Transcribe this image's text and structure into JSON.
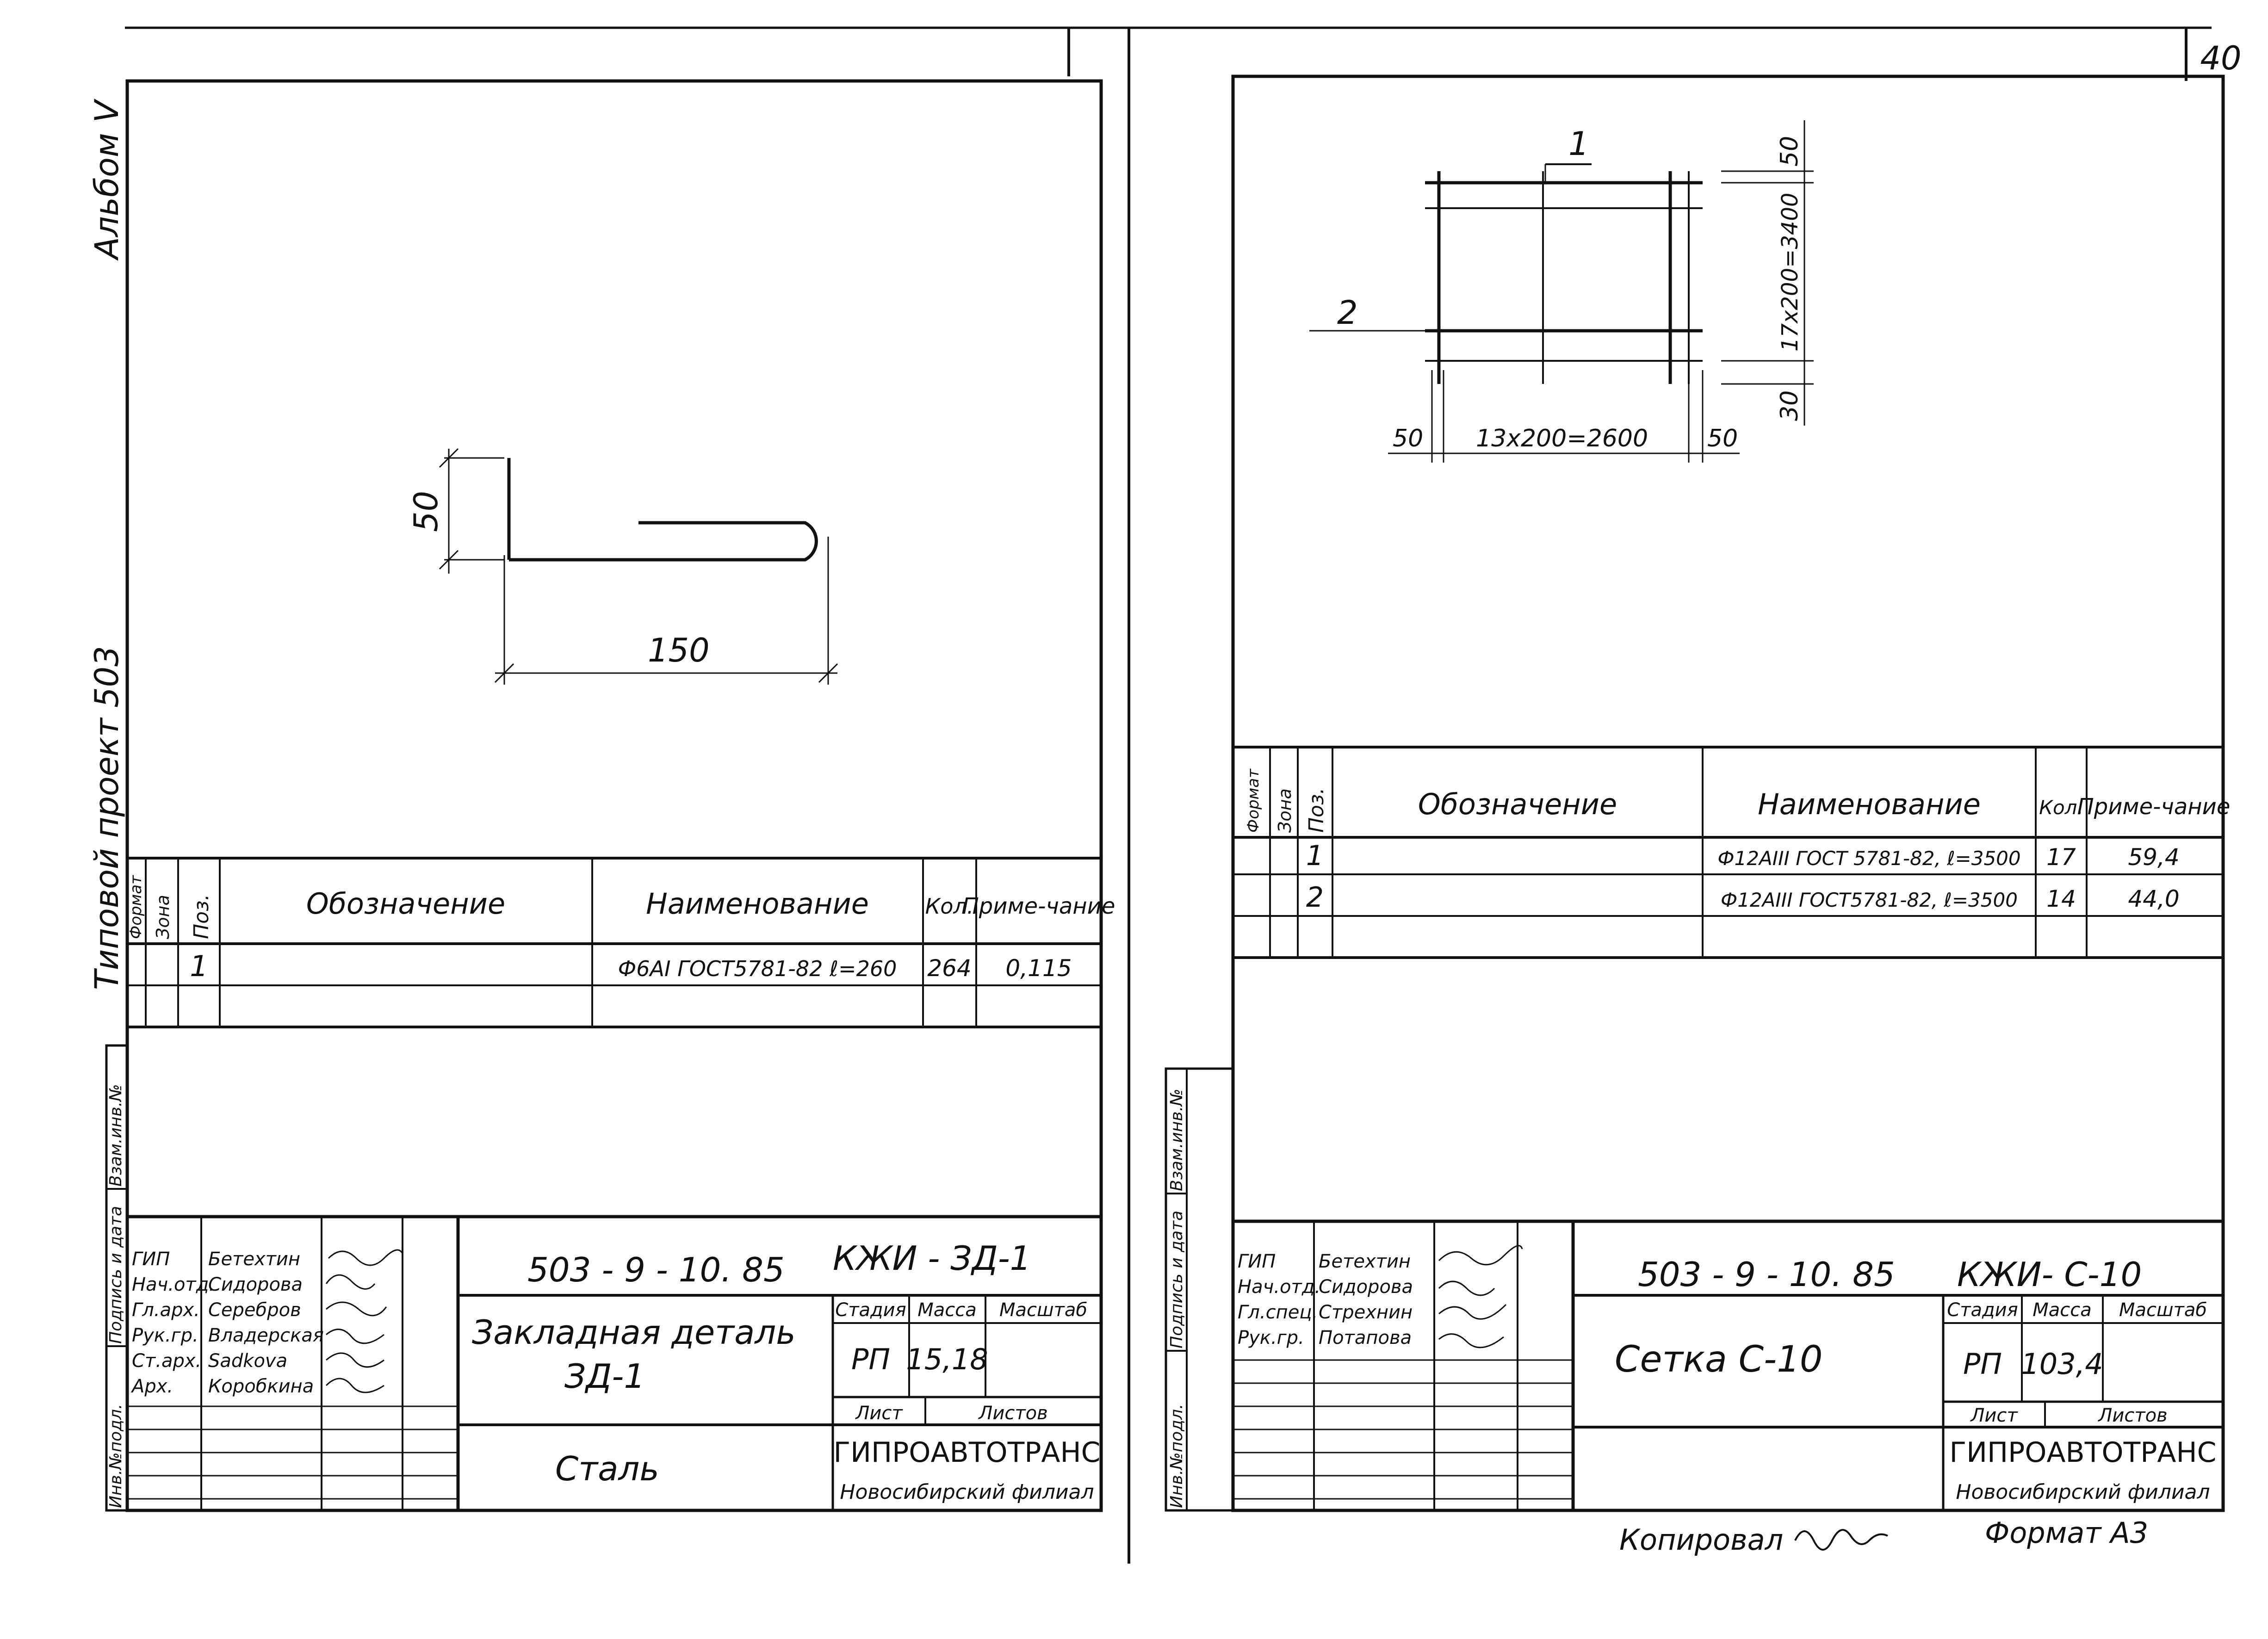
{
  "page_number": "40",
  "left_sheet": {
    "side_text": {
      "album": "Альбом V",
      "project": "Типовой проект 503"
    },
    "side_table_labels": [
      "Инв.№подл.",
      "Подпись и дата",
      "Взам.инв.№"
    ],
    "drawing": {
      "dim_height": "50",
      "dim_length": "150"
    },
    "spec_table": {
      "headers": {
        "format": "Формат",
        "zone": "Зона",
        "pos": "Поз.",
        "designation": "Обозначение",
        "name": "Наименование",
        "qty": "Кол.",
        "note": "Приме-чание"
      },
      "rows": [
        {
          "pos": "1",
          "designation": "",
          "name": "Ф6АI ГОСТ5781-82 ℓ=260",
          "qty": "264",
          "note": "0,115"
        }
      ]
    },
    "title_block": {
      "roles": [
        {
          "role": "ГИП",
          "name": "Бетехтин"
        },
        {
          "role": "Нач.отд.",
          "name": "Сидорова"
        },
        {
          "role": "Гл.арх.",
          "name": "Серебров"
        },
        {
          "role": "Рук.гр.",
          "name": "Владерская"
        },
        {
          "role": "Ст.арх.",
          "name": "Sadkova"
        },
        {
          "role": "Арх.",
          "name": "Коробкина"
        }
      ],
      "doc_code": "503 - 9 - 10. 85",
      "doc_mark": "КЖИ - ЗД-1",
      "title_line1": "Закладная деталь",
      "title_line2": "ЗД-1",
      "material": "Сталь",
      "stage_label": "Стадия",
      "mass_label": "Масса",
      "scale_label": "Масштаб",
      "stage": "РП",
      "mass": "15,18",
      "sheet_label": "Лист",
      "sheets_label": "Листов",
      "org": "ГИПРОАВТОТРАНС",
      "org_branch": "Новосибирский филиал"
    }
  },
  "right_sheet": {
    "side_table_labels": [
      "Инв.№подл.",
      "Подпись и дата",
      "Взам.инв.№"
    ],
    "drawing": {
      "pos1": "1",
      "pos2": "2",
      "dim_top": "50",
      "dim_vertical": "17х200=3400",
      "dim_bottom": "30",
      "dim_left": "50",
      "dim_horizontal": "13х200=2600",
      "dim_right": "50"
    },
    "spec_table": {
      "headers": {
        "format": "Формат",
        "zone": "Зона",
        "pos": "Поз.",
        "designation": "Обозначение",
        "name": "Наименование",
        "qty": "Кол.",
        "note": "Приме-чание"
      },
      "rows": [
        {
          "pos": "1",
          "designation": "",
          "name": "Ф12АIII ГОСТ 5781-82, ℓ=3500",
          "qty": "17",
          "note": "59,4"
        },
        {
          "pos": "2",
          "designation": "",
          "name": "Ф12АIII ГОСТ5781-82, ℓ=3500",
          "qty": "14",
          "note": "44,0"
        }
      ]
    },
    "title_block": {
      "roles": [
        {
          "role": "ГИП",
          "name": "Бетехтин"
        },
        {
          "role": "Нач.отд.",
          "name": "Сидорова"
        },
        {
          "role": "Гл.спец.",
          "name": "Стрехнин"
        },
        {
          "role": "Рук.гр.",
          "name": "Потапова"
        }
      ],
      "doc_code": "503 - 9 - 10. 85",
      "doc_mark": "КЖИ- С-10",
      "title": "Сетка  С-10",
      "stage_label": "Стадия",
      "mass_label": "Масса",
      "scale_label": "Масштаб",
      "stage": "РП",
      "mass": "103,4",
      "sheet_label": "Лист",
      "sheets_label": "Листов",
      "org": "ГИПРОАВТОТРАНС",
      "org_branch": "Новосибирский филиал"
    }
  },
  "footer": {
    "copied_label": "Копировал",
    "format_label": "Формат А3"
  },
  "colors": {
    "ink": "#111111",
    "paper": "#ffffff"
  }
}
